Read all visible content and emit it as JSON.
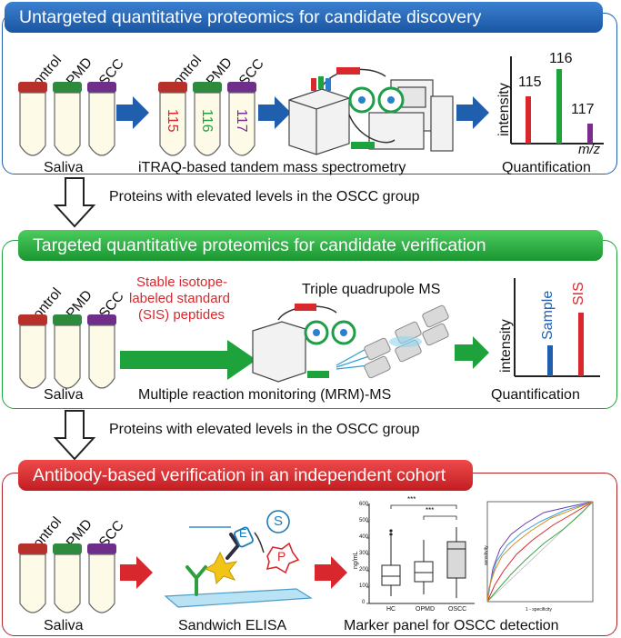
{
  "sections": [
    {
      "title": "Untargeted quantitative proteomics for candidate discovery",
      "tube_labels": [
        "Control",
        "OPMD",
        "OSCC"
      ],
      "itraq_labels": [
        "Control",
        "OPMD",
        "OSCC"
      ],
      "reporter_tags": [
        "115",
        "116",
        "117"
      ],
      "caption_saliva": "Saliva",
      "caption_method": "iTRAQ-based tandem mass spectrometry",
      "caption_quant": "Quantification",
      "spectrum": {
        "ylabel": "intensity",
        "xlabel": "m/z",
        "peaks": [
          "115",
          "116",
          "117"
        ]
      }
    },
    {
      "title": "Targeted quantitative proteomics for candidate verification",
      "tube_labels": [
        "Control",
        "OPMD",
        "OSCC"
      ],
      "sis_note": [
        "Stable isotope-",
        "labeled standard",
        "(SIS) peptides"
      ],
      "instrument": "Triple quadrupole MS",
      "caption_saliva": "Saliva",
      "caption_method": "Multiple reaction monitoring (MRM)-MS",
      "caption_quant": "Quantification",
      "bars": {
        "ylabel": "intensity",
        "labels": [
          "Sample",
          "SIS"
        ]
      }
    },
    {
      "title": "Antibody-based verification in an independent cohort",
      "tube_labels": [
        "Control",
        "OPMD",
        "OSCC"
      ],
      "caption_saliva": "Saliva",
      "caption_method": "Sandwich ELISA",
      "caption_panel": "Marker panel for OSCC detection",
      "elisa_letters": [
        "E",
        "S",
        "P"
      ],
      "boxplot": {
        "ylabel": "ng/mL",
        "groups": [
          "HC",
          "OPMD",
          "OSCC"
        ],
        "ticks": [
          "0",
          "100",
          "200",
          "300",
          "400",
          "500",
          "600"
        ],
        "sig": [
          "***",
          "***"
        ]
      },
      "roc": {
        "xlabel": "1 - specificity",
        "ylabel": "sensitivity"
      }
    }
  ],
  "transitions": [
    "Proteins with elevated levels in the OSCC group",
    "Proteins with elevated levels in the OSCC group"
  ],
  "colors": {
    "blue": "#1f5fae",
    "green": "#1ea33c",
    "red": "#d8282d",
    "purple": "#7b2d8e",
    "tube_lid_red": "#b8302a",
    "tube_lid_green": "#2e8b3e",
    "tube_lid_purple": "#6d2f8a"
  }
}
